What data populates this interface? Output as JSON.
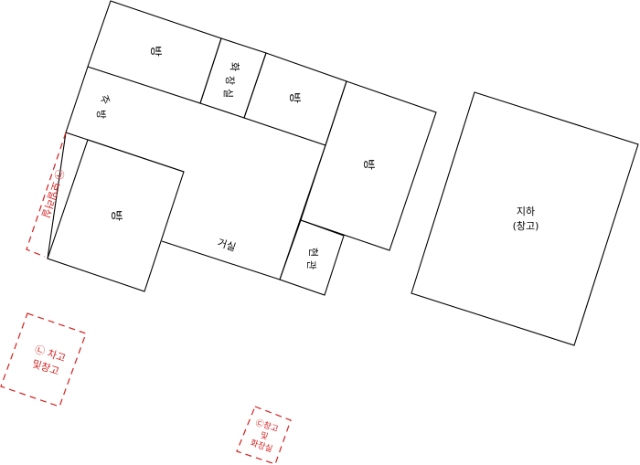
{
  "colors": {
    "wall": "#000000",
    "annex_outline": "#d42020",
    "background": "#ffffff"
  },
  "main_house": {
    "rooms": [
      {
        "id": "room-top-left",
        "label": "방"
      },
      {
        "id": "bathroom",
        "label_lines": [
          "화",
          "장",
          "실"
        ]
      },
      {
        "id": "room-top-middle",
        "label": "방"
      },
      {
        "id": "room-right",
        "label": "방"
      },
      {
        "id": "kitchen",
        "label_lines": [
          "주",
          "방"
        ]
      },
      {
        "id": "room-bottom-left",
        "label": "방"
      },
      {
        "id": "living-room",
        "label": "거실"
      },
      {
        "id": "entrance",
        "label_lines": [
          "현",
          "관"
        ]
      }
    ]
  },
  "basement": {
    "label_line1": "지하",
    "label_line2": "(창고)"
  },
  "annexes": [
    {
      "id": "boiler-room",
      "label": "㉠ 보일러실"
    },
    {
      "id": "garage-storage",
      "label_line1": "㉡ 차고",
      "label_line2": "및창고"
    },
    {
      "id": "storage-toilet",
      "label_line1": "㉢창고",
      "label_line2": "및",
      "label_line3": "화장실"
    }
  ]
}
